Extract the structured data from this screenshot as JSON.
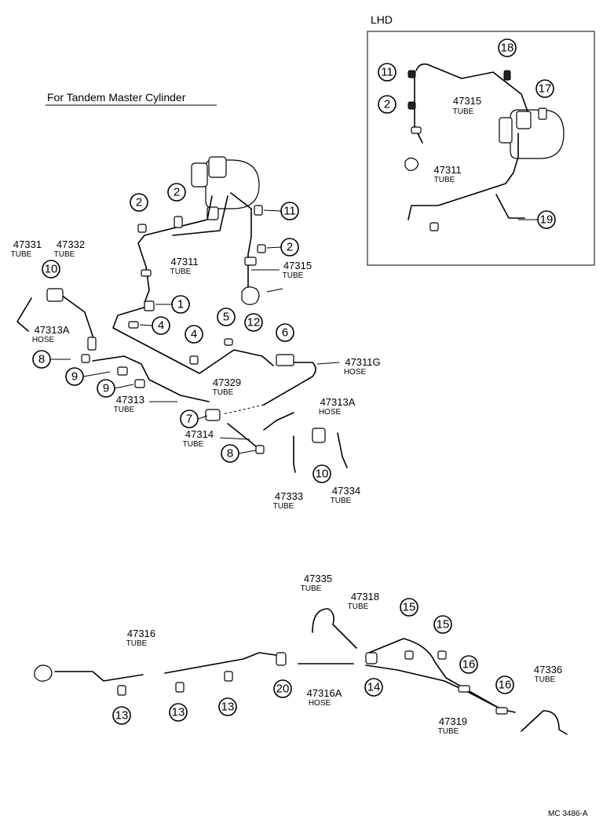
{
  "heading": "For Tandem Master Cylinder",
  "inset_title": "LHD",
  "footer_code": "MC 3486-A",
  "callouts": {
    "c1": "1",
    "c2": "2",
    "c4": "4",
    "c5": "5",
    "c6": "6",
    "c7": "7",
    "c8": "8",
    "c9": "9",
    "c10": "10",
    "c11": "11",
    "c12": "12",
    "c13": "13",
    "c14": "14",
    "c15": "15",
    "c16": "16",
    "c17": "17",
    "c18": "18",
    "c19": "19",
    "c20": "20"
  },
  "parts": {
    "p47331": "47331",
    "p47332": "47332",
    "p47313A": "47313A",
    "p47311": "47311",
    "p47315": "47315",
    "p47329": "47329",
    "p47311G": "47311G",
    "p47313": "47313",
    "p47314": "47314",
    "p47333": "47333",
    "p47334": "47334",
    "p47335": "47335",
    "p47318": "47318",
    "p47316": "47316",
    "p47316A": "47316A",
    "p47319": "47319",
    "p47336": "47336"
  },
  "kinds": {
    "tube": "TUBE",
    "hose": "HOSE"
  }
}
